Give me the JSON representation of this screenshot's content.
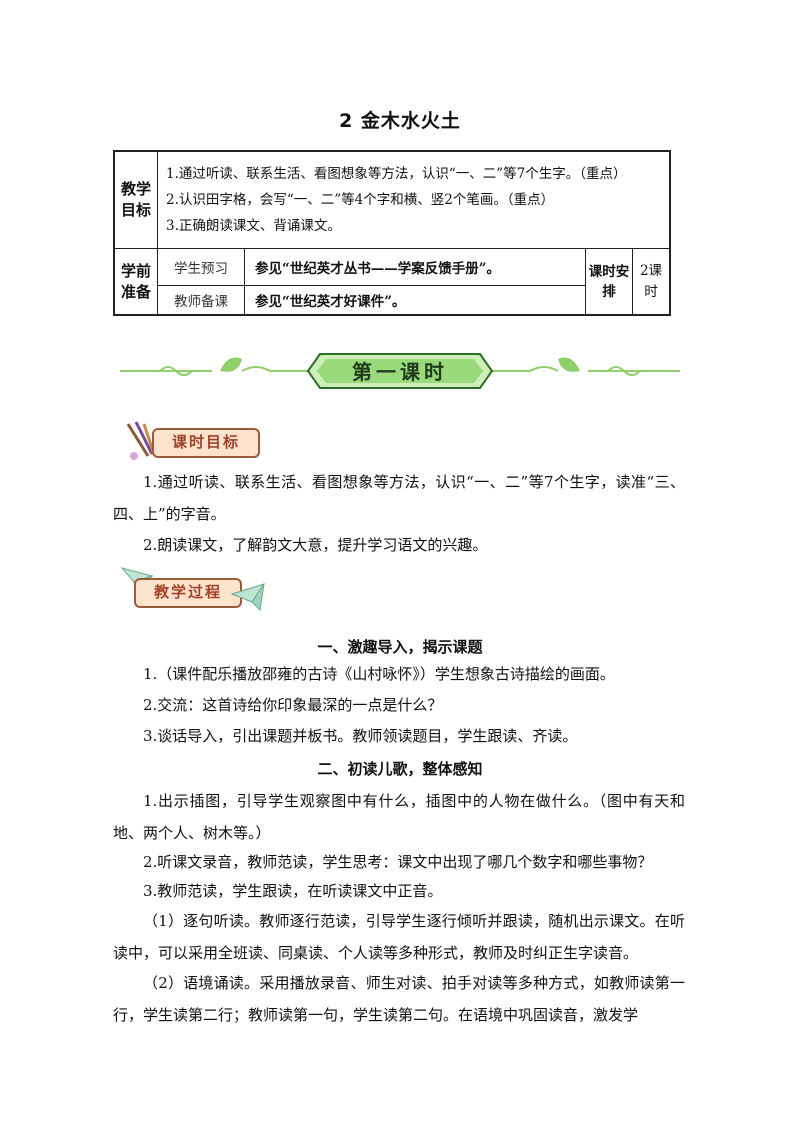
{
  "title": "2 金木水火土",
  "info_table": {
    "goal_header": "教学目标",
    "goals": [
      "1.通过听读、联系生活、看图想象等方法，认识“一、二”等7个生字。（重点）",
      "2.认识田字格，会写“一、二”等4个字和横、竖2个笔画。（重点）",
      "3.正确朗读课文、背诵课文。"
    ],
    "prep_header": "学前准备",
    "student_label": "学生预习",
    "student_ref": "参见“世纪英才丛书——学案反馈手册”。",
    "teacher_label": "教师备课",
    "teacher_ref": "参见“世纪英才好课件”。",
    "schedule_label": "课时安排",
    "schedule_value": "2课时"
  },
  "banner_text": "第一课时",
  "tag_goals": "课时目标",
  "tag_process": "教学过程",
  "lesson_goals": [
    "1.通过听读、联系生活、看图想象等方法，认识“一、二”等7个生字，读准“三、四、上”的字音。",
    "2.朗读课文，了解韵文大意，提升学习语文的兴趣。"
  ],
  "section1_title": "一、激趣导入，揭示课题",
  "section1_items": [
    "1.（课件配乐播放邵雍的古诗《山村咏怀》）学生想象古诗描绘的画面。",
    "2.交流：这首诗给你印象最深的一点是什么？",
    "3.谈话导入，引出课题并板书。教师领读题目，学生跟读、齐读。"
  ],
  "section2_title": "二、初读儿歌，整体感知",
  "section2_items": [
    "1.出示插图，引导学生观察图中有什么，插图中的人物在做什么。（图中有天和地、两个人、树木等。）",
    "2.听课文录音，教师范读，学生思考：课文中出现了哪几个数字和哪些事物？",
    "3.教师范读，学生跟读，在听读课文中正音。",
    "（1）逐句听读。教师逐行范读，引导学生逐行倾听并跟读，随机出示课文。在听读中，可以采用全班读、同桌读、个人读等多种形式，教师及时纠正生字读音。",
    "（2）语境诵读。采用播放录音、师生对读、拍手对读等多种方式，如教师读第一行，学生读第二行；教师读第一句，学生读第二句。在语境中巩固读音，激发学"
  ],
  "colors": {
    "banner_green": "#8fcf6a",
    "banner_dark": "#2f6b2a",
    "tag_fill": "#fde3cc",
    "tag_border": "#9c5a3c",
    "tag_text": "#a0412a"
  }
}
